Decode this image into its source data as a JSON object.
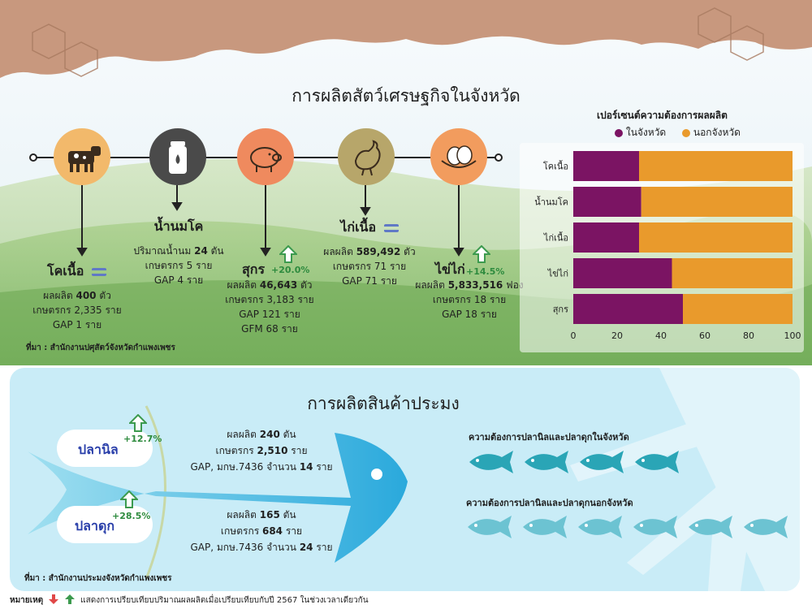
{
  "top": {
    "title": "การผลิตสัตว์เศรษฐกิจในจังหวัด",
    "source": "ที่มา : สำนักงานปศุสัตว์จังหวัดกำแพงเพชร",
    "items": [
      {
        "name": "โคเนื้อ",
        "icon": "cow-icon",
        "color": "#f2b96b",
        "l1_pre": "ผลผลิต ",
        "l1_val": "400",
        "l1_post": " ตัว",
        "l2": "เกษตรกร 2,335 ราย",
        "l3": "GAP 1 ราย",
        "indicator": "equal-icon"
      },
      {
        "name": "น้ำนมโค",
        "icon": "milk-can-icon",
        "color": "#4a4a4a",
        "l1_pre": "ปริมาณน้ำนม ",
        "l1_val": "24",
        "l1_post": " ตัน",
        "l2": "เกษตรกร 5 ราย",
        "l3": "GAP 4 ราย"
      },
      {
        "name": "สุกร",
        "icon": "pig-icon",
        "color": "#ef8a5e",
        "l1_pre": "ผลผลิต ",
        "l1_val": "46,643",
        "l1_post": " ตัว",
        "l2": "เกษตรกร 3,183 ราย",
        "l3": "GAP 121 ราย",
        "l4": "GFM 68 ราย",
        "change": "+20.0%",
        "indicator": "up-arrow-icon"
      },
      {
        "name": "ไก่เนื้อ",
        "icon": "chicken-icon",
        "color": "#b7a66a",
        "l1_pre": "ผลผลิต ",
        "l1_val": "589,492",
        "l1_post": " ตัว",
        "l2": "เกษตรกร 71 ราย",
        "l3": "GAP 71 ราย",
        "indicator": "equal-icon"
      },
      {
        "name": "ไข่ไก่",
        "icon": "eggs-icon",
        "color": "#f29c5e",
        "l1_pre": "ผลผลิต ",
        "l1_val": "5,833,516",
        "l1_post": " ฟอง",
        "l2": "เกษตรกร 18 ราย",
        "l3": "GAP 18 ราย",
        "change": "+14.5%",
        "indicator": "up-arrow-icon"
      }
    ]
  },
  "chart_data": {
    "type": "bar",
    "orientation": "horizontal",
    "stacked": true,
    "title": "เปอร์เซนต์ความต้องการผลผลิต",
    "categories": [
      "โคเนื้อ",
      "น้ำนมโค",
      "ไก่เนื้อ",
      "ไข่ไก่",
      "สุกร"
    ],
    "series": [
      {
        "name": "ในจังหวัด",
        "color": "#7b1463",
        "values": [
          30,
          31,
          30,
          45,
          50
        ]
      },
      {
        "name": "นอกจังหวัด",
        "color": "#e99a2c",
        "values": [
          70,
          69,
          70,
          55,
          50
        ]
      }
    ],
    "xlim": [
      0,
      100
    ],
    "xticks": [
      "0",
      "20",
      "40",
      "60",
      "80",
      "100"
    ],
    "legend": "top"
  },
  "fish": {
    "title": "การผลิตสินค้าประมง",
    "source": "ที่มา : สำนักงานประมงจังหวัดกำแพงเพชร",
    "tilapia": {
      "name": "ปลานิล",
      "change": "+12.7%",
      "l1_pre": "ผลผลิต ",
      "l1_val": "240",
      "l1_post": " ตัน",
      "l2_pre": "เกษตรกร ",
      "l2_val": "2,510",
      "l2_post": " ราย",
      "l3_pre": "GAP, มกษ.7436 จำนวน ",
      "l3_val": "14",
      "l3_post": " ราย"
    },
    "catfish": {
      "name": "ปลาดุก",
      "change": "+28.5%",
      "l1_pre": "ผลผลิต ",
      "l1_val": "165",
      "l1_post": " ตัน",
      "l2_pre": "เกษตรกร ",
      "l2_val": "684",
      "l2_post": " ราย",
      "l3_pre": "GAP, มกษ.7436 จำนวน ",
      "l3_val": "24",
      "l3_post": " ราย"
    },
    "demand_in_label": "ความต้องการปลานิลและปลาดุกในจังหวัด",
    "demand_in_count": 4,
    "demand_in_color": "#2aa5b6",
    "demand_out_label": "ความต้องการปลานิลและปลาดุกนอกจังหวัด",
    "demand_out_count": 6,
    "demand_out_color": "#6cc3d2"
  },
  "legend_note": {
    "label": "หมายเหตุ",
    "text": "แสดงการเปรียบเทียบปริมาณผลผลิตเมื่อเปรียบเทียบกับปี 2567 ในช่วงเวลาเดียวกัน",
    "down_icon": "down-arrow-icon",
    "up_icon": "up-arrow-icon"
  }
}
